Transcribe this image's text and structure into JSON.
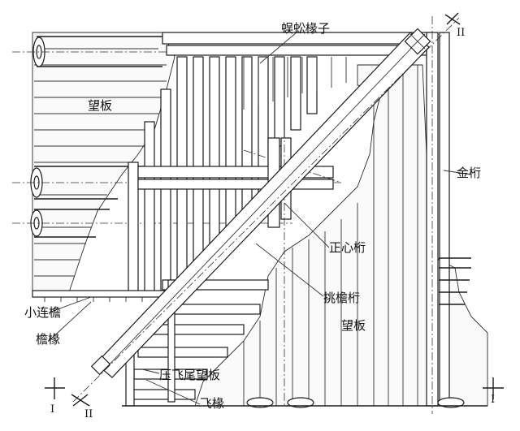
{
  "labels": {
    "hujiao_rafters": "蜈蚣椽子",
    "wangban_left": "望板",
    "jinheng": "金桁",
    "zhengxinheng": "正心桁",
    "tiaoyanheng": "挑檐桁",
    "wangban_right": "望板",
    "xiaolianyan": "小连檐",
    "yanchuan": "檐椽",
    "yafeiwei": "压飞尾望板",
    "feichuan": "飞椽"
  },
  "section_marks": {
    "section_i_left": "I",
    "section_i_right": "I",
    "section_ii_bottom": "II",
    "section_ii_top": "II"
  },
  "colors": {
    "ink": "#1a1a1a",
    "paper": "#ffffff"
  }
}
